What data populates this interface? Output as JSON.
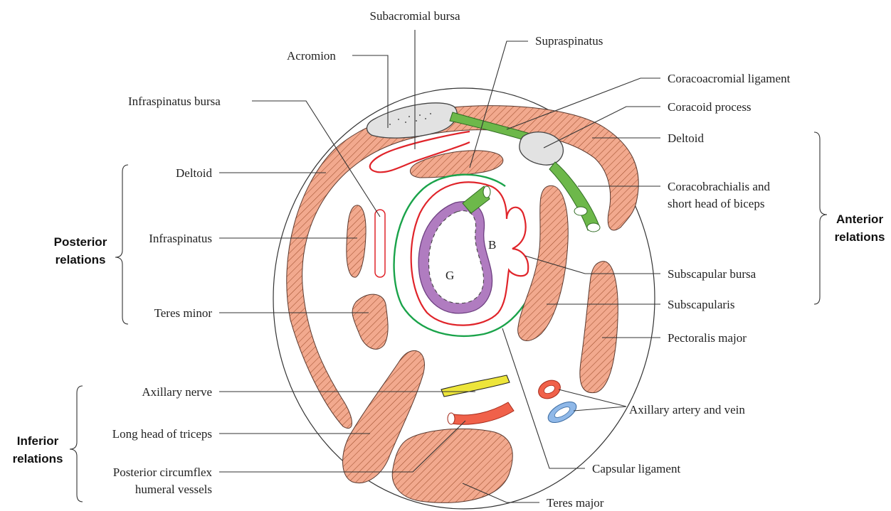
{
  "colors": {
    "muscle_fill": "#f2a98e",
    "muscle_hatch": "#a0502e",
    "bursa_red": "#e0242a",
    "capsule_green": "#1aa34a",
    "tendon_green": "#6db84a",
    "bone_grey": "#e2e2e2",
    "head_purple": "#b07cc0",
    "nerve_yellow": "#ede53a",
    "artery_red": "#f0614a",
    "vein_blue": "#8fb8e8"
  },
  "labels": {
    "subacromial_bursa": "Subacromial bursa",
    "acromion": "Acromion",
    "supraspinatus": "Supraspinatus",
    "coracoacromial_ligament": "Coracoacromial ligament",
    "infraspinatus_bursa": "Infraspinatus bursa",
    "coracoid_process": "Coracoid process",
    "deltoid_anterior": "Deltoid",
    "deltoid_posterior": "Deltoid",
    "coracobrachialis_line1": "Coracobrachialis and",
    "coracobrachialis_line2": "short head of biceps",
    "infraspinatus": "Infraspinatus",
    "subscapular_bursa": "Subscapular bursa",
    "subscapularis": "Subscapularis",
    "teres_minor": "Teres minor",
    "pectoralis_major": "Pectoralis major",
    "axillary_nerve": "Axillary nerve",
    "axillary_artery_vein": "Axillary artery and vein",
    "long_head_triceps": "Long head of triceps",
    "posterior_circumflex_line1": "Posterior circumflex",
    "posterior_circumflex_line2": "humeral vessels",
    "capsular_ligament": "Capsular ligament",
    "teres_major": "Teres major",
    "letter_b": "B",
    "letter_g": "G"
  },
  "groups": {
    "posterior_line1": "Posterior",
    "posterior_line2": "relations",
    "anterior_line1": "Anterior",
    "anterior_line2": "relations",
    "inferior_line1": "Inferior",
    "inferior_line2": "relations"
  }
}
